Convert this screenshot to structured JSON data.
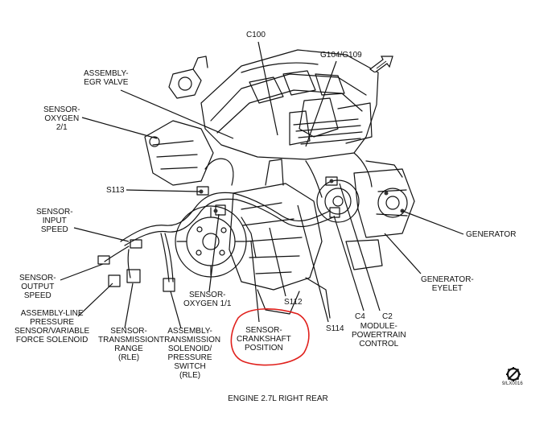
{
  "diagram": {
    "caption": "ENGINE 2.7L RIGHT REAR",
    "reference_code": "9/LX0016",
    "highlight_color": "#e0201c",
    "labels": {
      "c100": "C100",
      "g104": "G104/G109",
      "egr": [
        "ASSEMBLY-",
        "EGR VALVE"
      ],
      "o2_21": [
        "SENSOR-",
        "OXYGEN",
        "2/1"
      ],
      "s113": "S113",
      "input_speed": [
        "SENSOR-",
        "INPUT",
        "SPEED"
      ],
      "output_speed": [
        "SENSOR-",
        "OUTPUT",
        "SPEED"
      ],
      "line_pressure": [
        "ASSEMBLY-LINE",
        "PRESSURE",
        "SENSOR/VARIABLE",
        "FORCE SOLENOID"
      ],
      "trans_range": [
        "SENSOR-",
        "TRANSMISSION",
        "RANGE",
        "(RLE)"
      ],
      "trans_solenoid": [
        "ASSEMBLY-",
        "TRANSMISSION",
        "SOLENOID/",
        "PRESSURE",
        "SWITCH",
        "(RLE)"
      ],
      "o2_11": [
        "SENSOR-",
        "OXYGEN 1/1"
      ],
      "crankshaft": [
        "SENSOR-",
        "CRANKSHAFT",
        "POSITION"
      ],
      "s112": "S112",
      "s114": "S114",
      "c4": "C4",
      "c2": "C2",
      "pcm": [
        "MODULE-",
        "POWERTRAIN",
        "CONTROL"
      ],
      "generator": "GENERATOR",
      "generator_eyelet": [
        "GENERATOR-",
        "EYELET"
      ]
    }
  }
}
